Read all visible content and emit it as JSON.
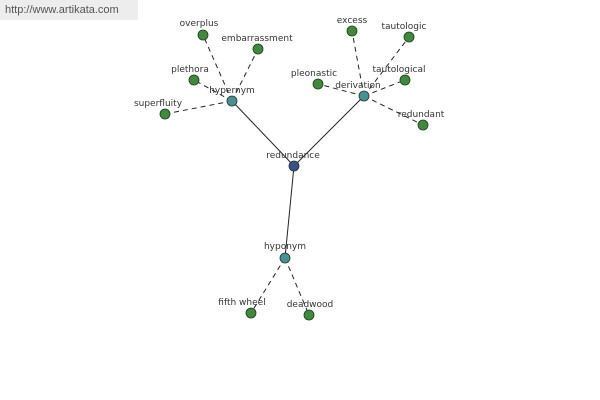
{
  "watermark": "http://www.artikata.com",
  "colors": {
    "root": "#3a4f8c",
    "relation": "#4a8f95",
    "leaf": "#3f8a3d",
    "edge": "#222222",
    "label": "#333333"
  },
  "root": "redundance",
  "relations": [
    {
      "id": "hypernym",
      "label": "hypernym",
      "children": [
        "overplus",
        "embarrassment",
        "plethora",
        "superfluity"
      ]
    },
    {
      "id": "derivation",
      "label": "derivation",
      "children": [
        "excess",
        "tautologic",
        "pleonastic",
        "tautological",
        "redundant"
      ]
    },
    {
      "id": "hyponym",
      "label": "hyponym",
      "children": [
        "fifth wheel",
        "deadwood"
      ]
    }
  ]
}
